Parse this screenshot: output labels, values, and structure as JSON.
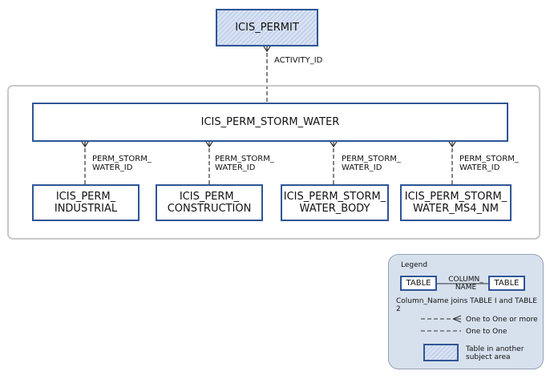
{
  "entities": {
    "permit": "ICIS_PERMIT",
    "storm_water": "ICIS_PERM_STORM_WATER",
    "industrial": "ICIS_PERM_\nINDUSTRIAL",
    "construction": "ICIS_PERM_\nCONSTRUCTION",
    "water_body": "ICIS_PERM_STORM_\nWATER_BODY",
    "ms4_nm": "ICIS_PERM_STORM_\nWATER_MS4_NM"
  },
  "relationships": {
    "activity_id": "ACTIVITY_ID",
    "storm_id_1": "PERM_STORM_\nWATER_ID",
    "storm_id_2": "PERM_STORM_\nWATER_ID",
    "storm_id_3": "PERM_STORM_\nWATER_ID",
    "storm_id_4": "PERM_STORM_\nWATER_ID"
  },
  "legend": {
    "title": "Legend",
    "table1": "TABLE",
    "column_name": "COLUMN_\nNAME",
    "table2": "TABLE",
    "join_text": "Column_Name joins TABLE I and TABLE 2",
    "one_to_more": "One to One or more",
    "one_to_one": "One to One",
    "other_area": "Table in another\nsubject area"
  },
  "colors": {
    "entity_border": "#2f5597",
    "group_border": "#c9c9c9",
    "legend_bg": "#d7e1ee"
  }
}
